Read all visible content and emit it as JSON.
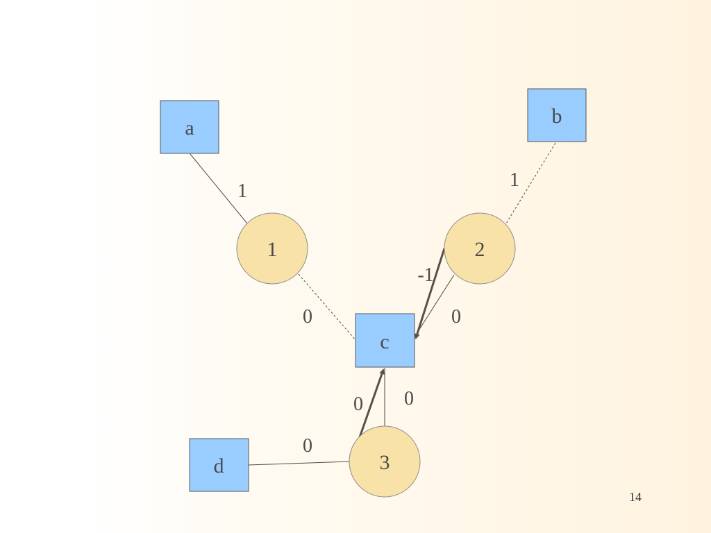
{
  "diagram": {
    "nodes": {
      "a": "a",
      "b": "b",
      "c": "c",
      "d": "d",
      "n1": "1",
      "n2": "2",
      "n3": "3"
    },
    "edge_labels": {
      "a_1": "1",
      "b_2": "1",
      "1_c": "0",
      "2_c_arrow": "-1",
      "2_c": "0",
      "3_c_arrow": "0",
      "3_c": "0",
      "d_3": "0"
    },
    "colors": {
      "square_fill": "#99ccff",
      "circle_fill": "#f8e2a8",
      "line": "#4a4a4a"
    }
  },
  "page_number": "14"
}
